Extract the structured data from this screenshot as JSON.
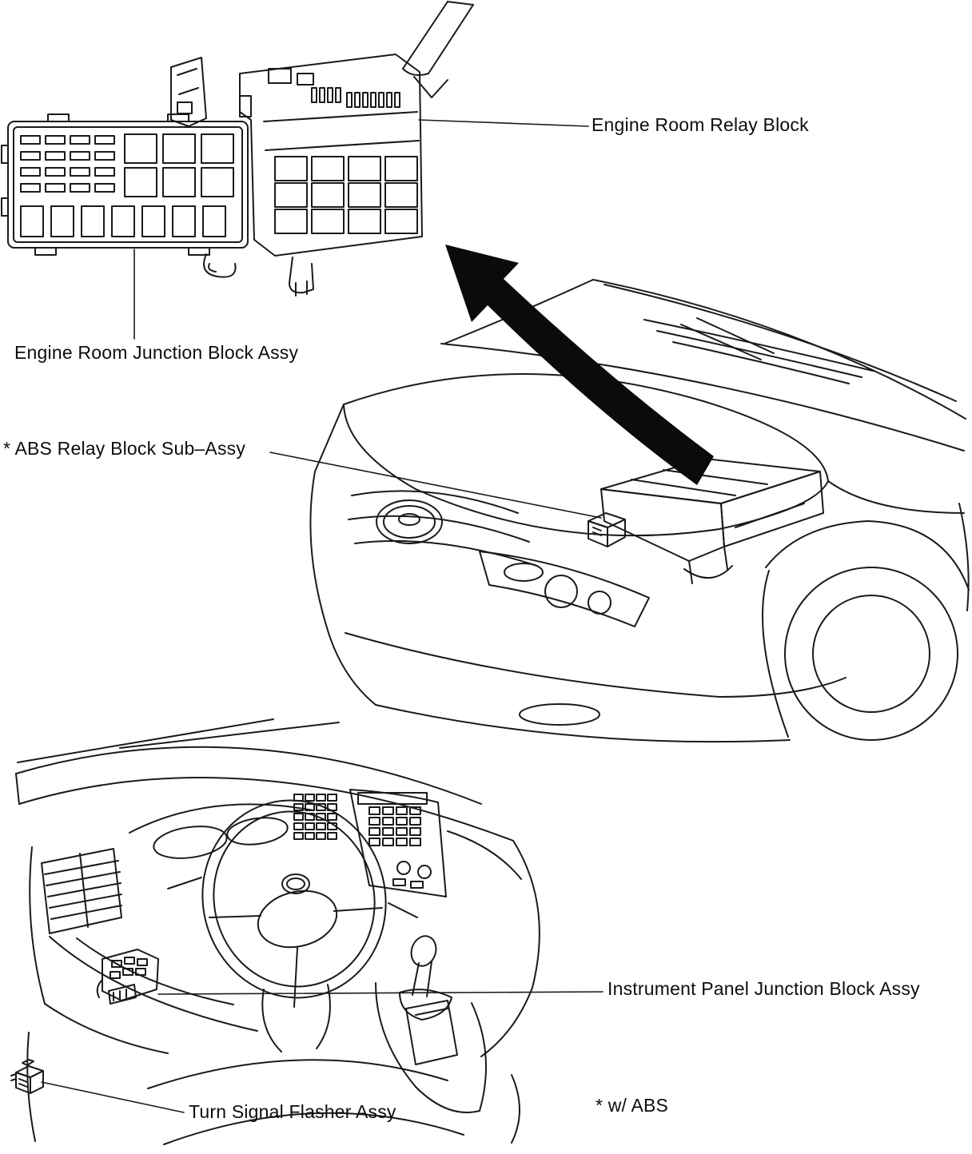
{
  "figure": {
    "background_color": "#ffffff",
    "line_color": "#1a1a1a",
    "labels": {
      "engine_room_relay_block": "Engine Room Relay Block",
      "engine_room_junction_block": "Engine Room Junction Block Assy",
      "abs_relay_block": "* ABS Relay Block Sub–Assy",
      "instrument_panel_junction_block": "Instrument Panel Junction Block Assy",
      "turn_signal_flasher": "Turn Signal Flasher Assy",
      "abs_footnote": "* w/ ABS"
    },
    "graphics": {
      "location_arrow": "filled-arrow-from-engine-bay-to-relay-block-detail"
    }
  }
}
